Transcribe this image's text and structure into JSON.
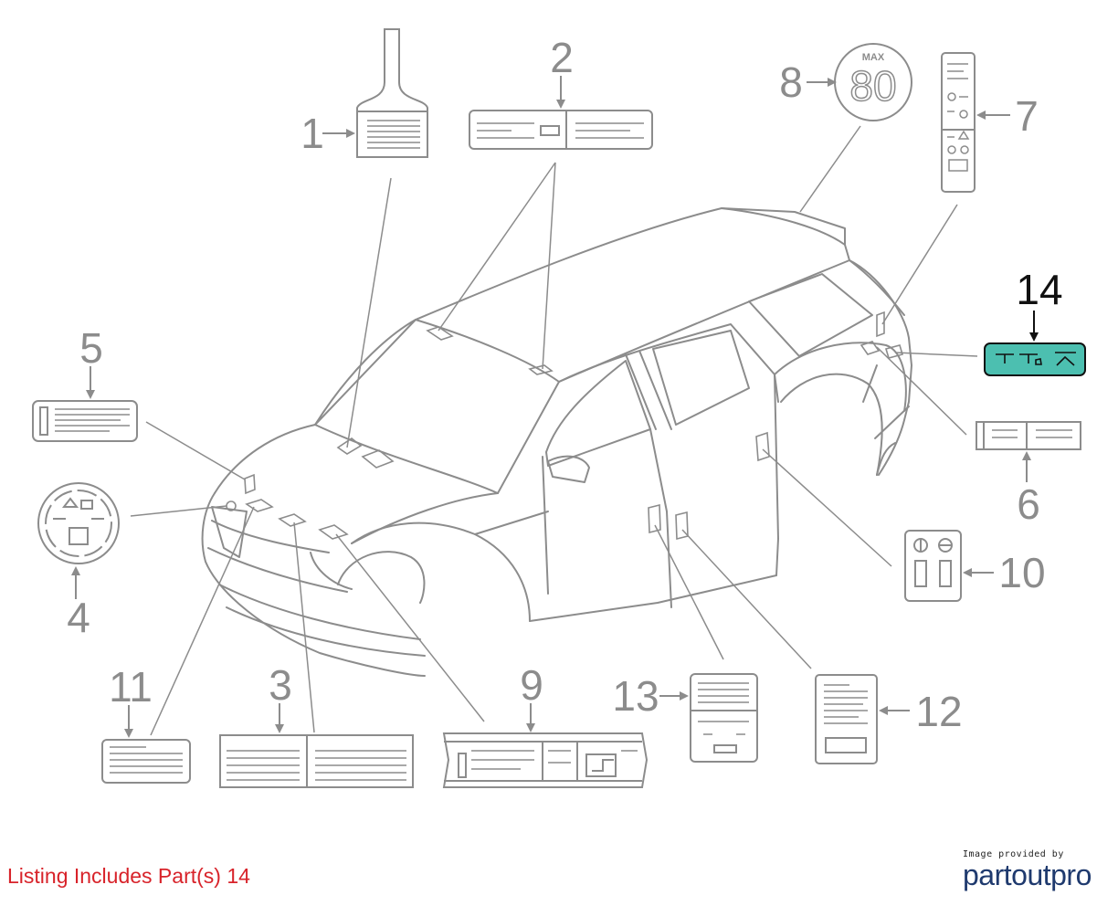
{
  "callouts": [
    "1",
    "2",
    "3",
    "4",
    "5",
    "6",
    "7",
    "8",
    "9",
    "10",
    "11",
    "12",
    "13",
    "14"
  ],
  "highlighted_part": "14",
  "speed_label": {
    "max": "MAX",
    "value": "80"
  },
  "footer": {
    "listing_text": "Listing Includes Part(s) 14"
  },
  "credit": {
    "provided_by": "Image provided by",
    "brand_prefix": "partout",
    "brand_suffix": "pro"
  },
  "colors": {
    "line": "#8c8c8c",
    "highlight": "#4cbfb0",
    "listing_text": "#d8232a",
    "brand": "#1f3a6e"
  }
}
